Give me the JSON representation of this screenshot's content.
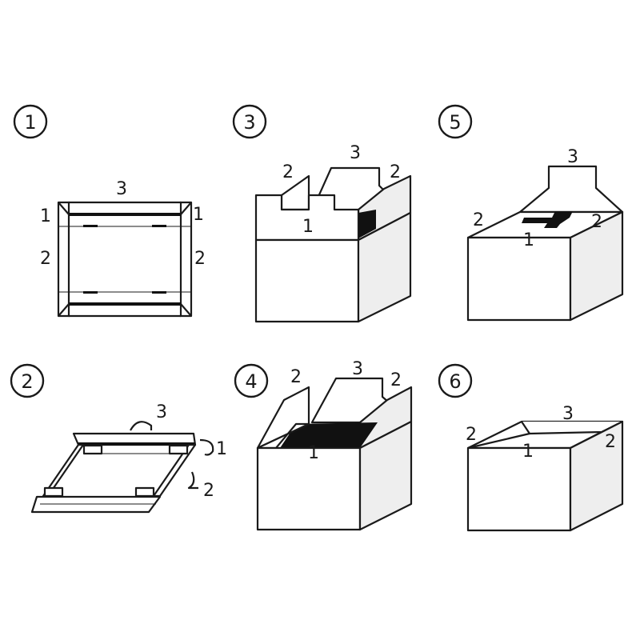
{
  "steps": [
    {
      "number": "1",
      "labels": [
        "3",
        "1",
        "2",
        "1",
        "2"
      ]
    },
    {
      "number": "2",
      "labels": [
        "3",
        "1",
        "2"
      ]
    },
    {
      "number": "3",
      "labels": [
        "3",
        "2",
        "2",
        "1"
      ]
    },
    {
      "number": "4",
      "labels": [
        "3",
        "2",
        "2",
        "1"
      ]
    },
    {
      "number": "5",
      "labels": [
        "3",
        "2",
        "2",
        "1"
      ]
    },
    {
      "number": "6",
      "labels": [
        "3",
        "2",
        "2",
        "1"
      ]
    }
  ],
  "colors": {
    "line": "#1a1a1a",
    "side_face": "#eeeeee",
    "background": "#ffffff"
  }
}
